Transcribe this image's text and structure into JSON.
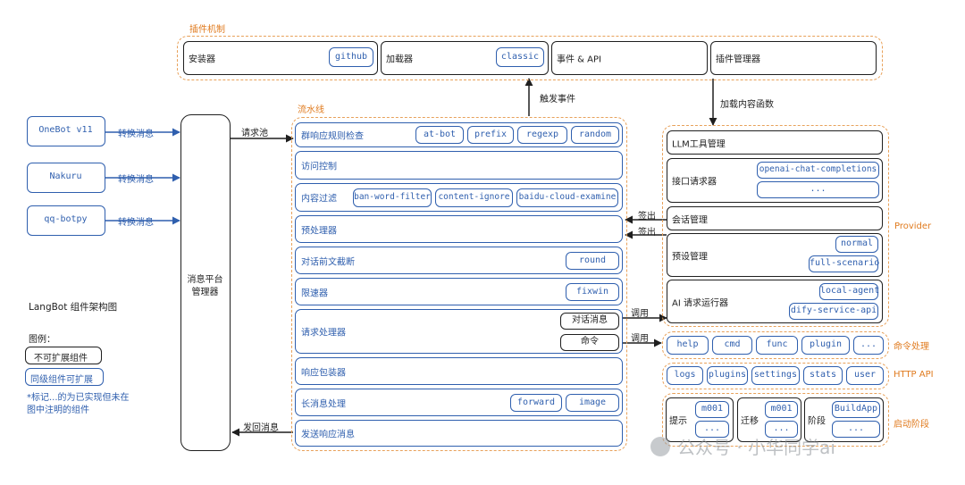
{
  "sections": {
    "plugin": "插件机制",
    "pipeline": "流水线",
    "provider": "Provider",
    "command": "命令处理",
    "http": "HTTP API",
    "startup": "启动阶段"
  },
  "plugin_boxes": {
    "installer": "安装器",
    "github": "github",
    "loader": "加载器",
    "classic": "classic",
    "events": "事件 & API",
    "manager": "插件管理器"
  },
  "adapters": [
    "OneBot v11",
    "Nakuru",
    "qq-botpy"
  ],
  "convert_label": "转换消息",
  "platform_manager": [
    "消息平台",
    "管理器"
  ],
  "arrows": {
    "request_pool": "请求池",
    "send_back": "发回消息",
    "trigger_event": "触发事件",
    "load_content": "加载内容函数",
    "sign_out_1": "签出",
    "sign_out_2": "签出",
    "call_1": "调用",
    "call_2": "调用"
  },
  "pipeline": {
    "group_rule": "群响应规则检查",
    "group_rule_chips": [
      "at-bot",
      "prefix",
      "regexp",
      "random"
    ],
    "access": "访问控制",
    "content_filter": "内容过滤",
    "content_chips": [
      "ban-word-filter",
      "content-ignore",
      "baidu-cloud-examine"
    ],
    "preprocess": "预处理器",
    "truncate": "对话前文截断",
    "truncate_chip": "round",
    "ratelimit": "限速器",
    "ratelimit_chip": "fixwin",
    "request_proc": "请求处理器",
    "chat_msg": "对话消息",
    "command": "命令",
    "wrap": "响应包装器",
    "longmsg": "长消息处理",
    "longmsg_chips": [
      "forward",
      "image"
    ],
    "send": "发送响应消息"
  },
  "provider": {
    "llm_tools": "LLM工具管理",
    "api_requester": "接口请求器",
    "api_chips": [
      "openai-chat-completions",
      "..."
    ],
    "session": "会话管理",
    "preset": "预设管理",
    "preset_chips": [
      "normal",
      "full-scenario"
    ],
    "ai_runner": "AI 请求运行器",
    "runner_chips": [
      "local-agent",
      "dify-service-api"
    ]
  },
  "commands": [
    "help",
    "cmd",
    "func",
    "plugin",
    "..."
  ],
  "http_api": [
    "logs",
    "plugins",
    "settings",
    "stats",
    "user"
  ],
  "startup": {
    "hint": "提示",
    "hint_chips": [
      "m001",
      "..."
    ],
    "migrate": "迁移",
    "migrate_chips": [
      "m001",
      "..."
    ],
    "stage": "阶段",
    "stage_chips": [
      "BuildApp",
      "..."
    ]
  },
  "legend": {
    "title": "LangBot 组件架构图",
    "example": "图例：",
    "non_extendable": "不可扩展组件",
    "extendable": "同级组件可扩展",
    "note_1": "*标记...的为已实现但未在",
    "note_2": "图中注明的组件"
  },
  "watermark": "公众号 · 小华同学ai"
}
